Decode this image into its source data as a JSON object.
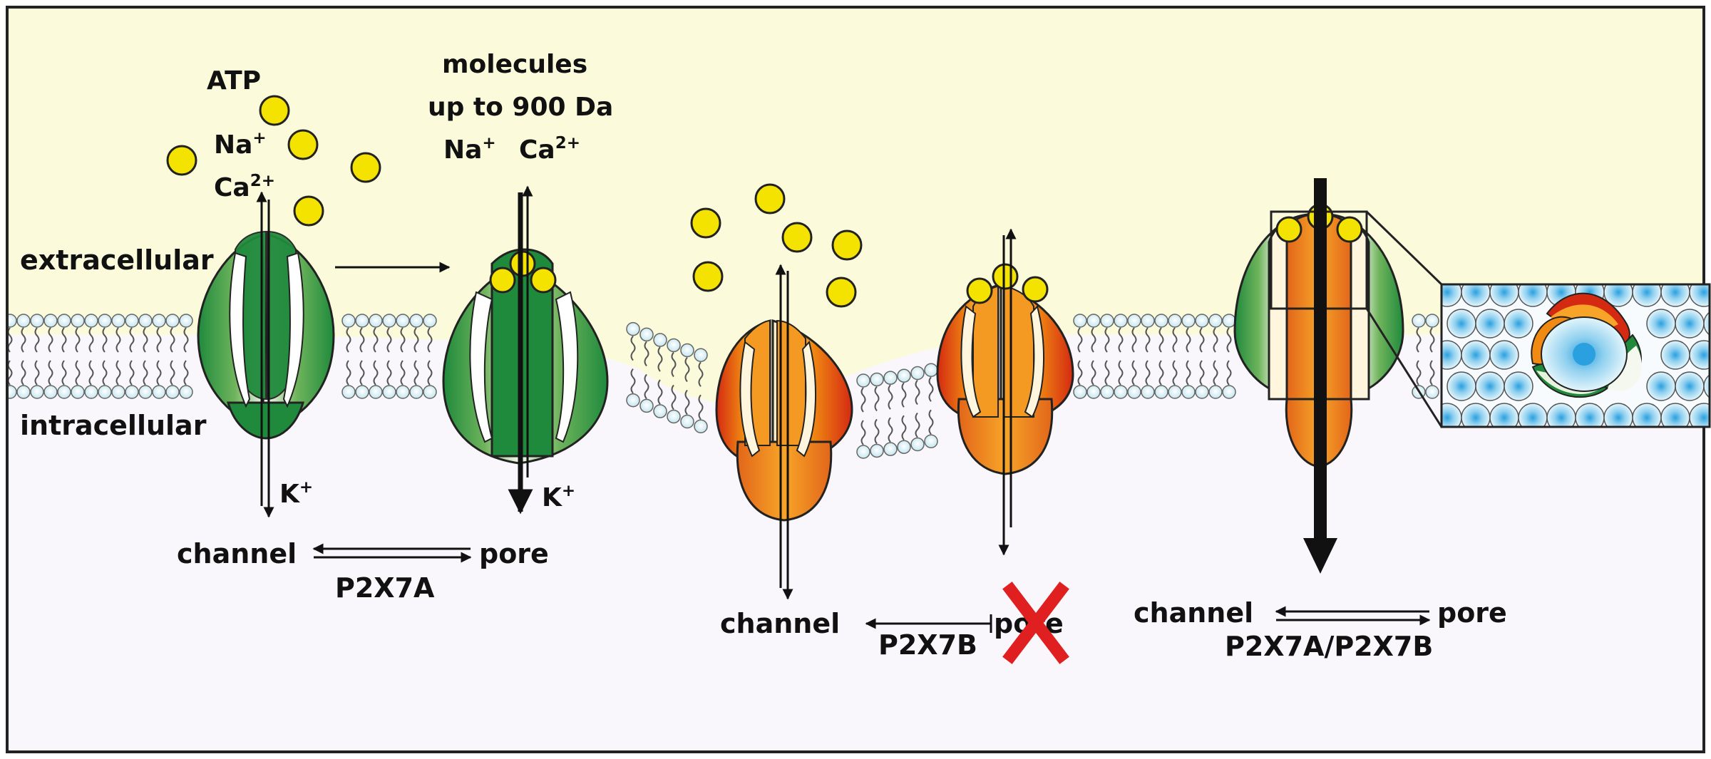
{
  "labels": {
    "atp": "ATP",
    "na": "Na",
    "na_charge": "+",
    "ca": "Ca",
    "ca_charge": "2+",
    "k": "K",
    "k_charge": "+",
    "molecules_line1": "molecules",
    "molecules_line2": "up to 900 Da",
    "extracellular": "extracellular",
    "intracellular": "intracellular"
  },
  "panel_a": {
    "channel": "channel",
    "pore": "pore",
    "receptor": "P2X7A"
  },
  "panel_b": {
    "channel": "channel",
    "pore": "pore",
    "receptor": "P2X7B"
  },
  "panel_c": {
    "channel": "channel",
    "pore": "pore",
    "receptor": "P2X7A/P2X7B"
  },
  "colors": {
    "extracellular_bg": "#fbfbdc",
    "intracellular_bg": "#f9f7fb",
    "p2x7a_green": "#1f8a3c",
    "p2x7b_orange": "#f08a12",
    "p2x7b_red": "#d42a12",
    "atp_yellow": "#f4e200",
    "lipid_head": "#d6eef5",
    "block_x": "#e02020"
  }
}
